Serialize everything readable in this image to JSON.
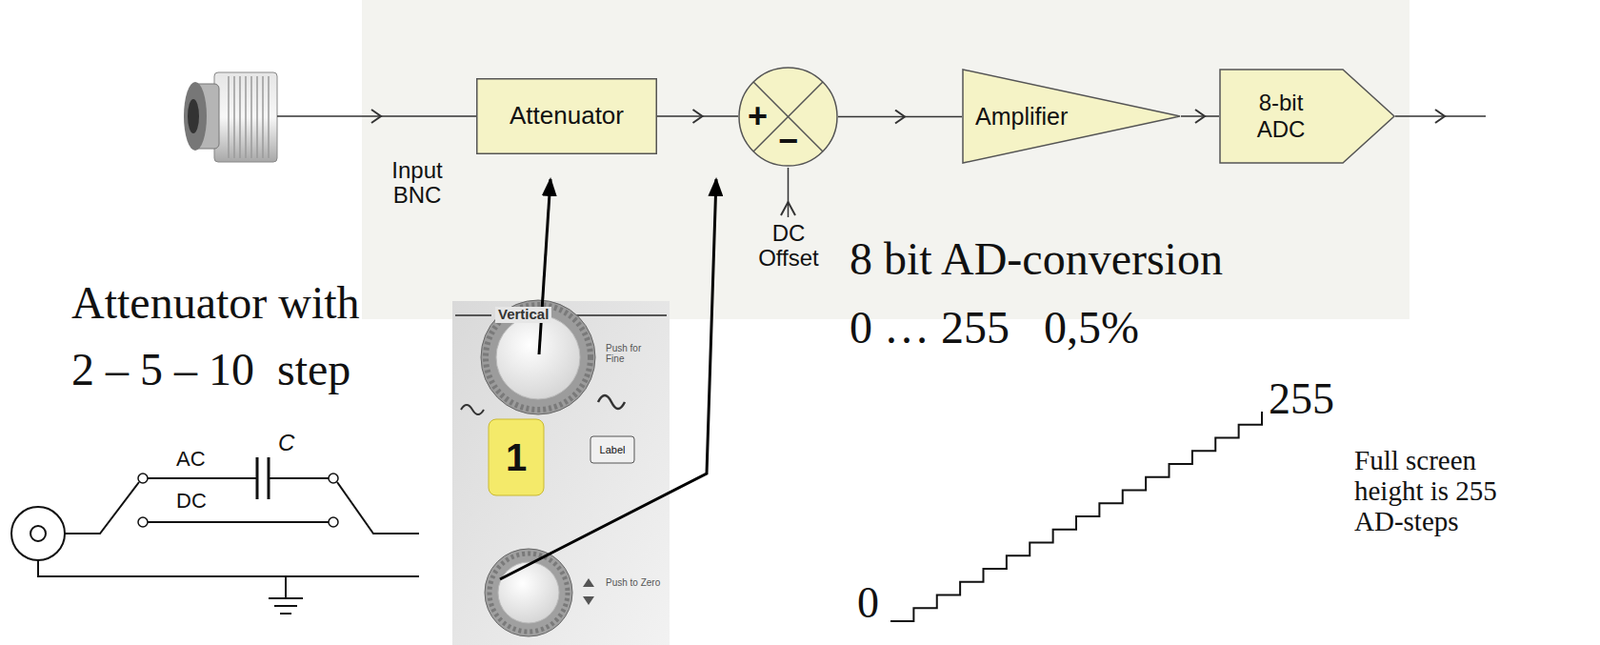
{
  "diagram": {
    "nodes": [
      {
        "text": [
          "Attenuator"
        ]
      },
      {
        "text": [
          "+",
          "−"
        ]
      },
      {
        "text": [
          "Amplifier"
        ]
      },
      {
        "text": [
          "8-bit ADC"
        ]
      }
    ],
    "edges": [
      {
        "from": 0,
        "to": 1,
        "arrow": "to"
      },
      {
        "from": 1,
        "to": 2,
        "arrow": "to"
      },
      {
        "from": 2,
        "to": 3,
        "arrow": "to"
      }
    ],
    "labels": [
      "Input BNC",
      "DC Offset",
      "Attenuator with",
      "2 – 5 – 10  step",
      "8 bit AD-conversion",
      "0 … 255   0,5%",
      "255",
      "Full screen height is 255 AD-steps",
      "0",
      "AC",
      "C",
      "DC",
      "Vertical",
      "1",
      "Label",
      "Push for Fine",
      "Push to Zero"
    ]
  }
}
